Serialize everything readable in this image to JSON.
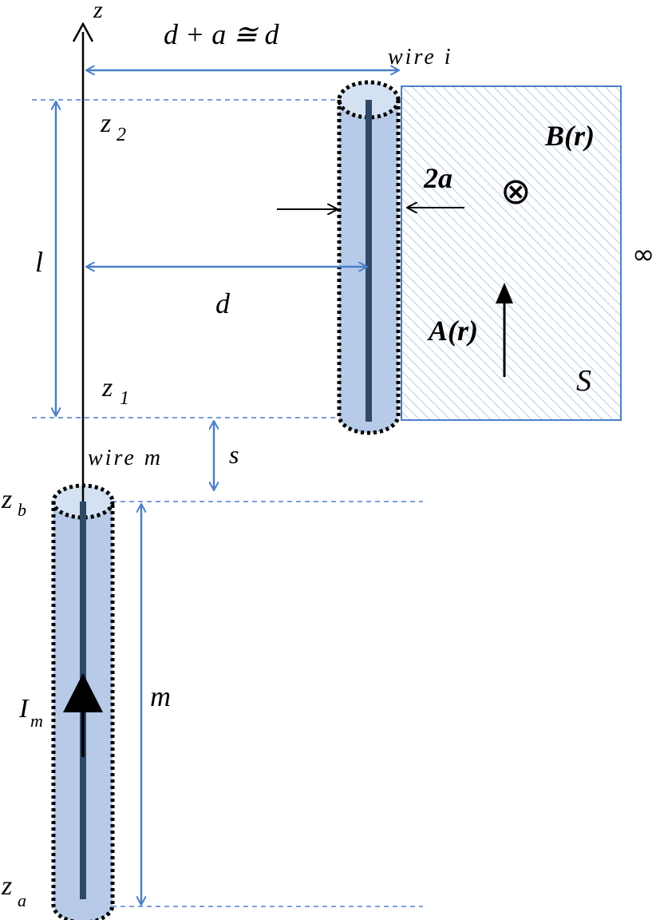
{
  "colors": {
    "accent": "#4a7fc8",
    "wire_fill": "#b7cbe9",
    "wire_cap": "#d4e1f3",
    "wire_core": "#2f4866",
    "hatch": "#8fb0d8"
  },
  "labels": {
    "z_axis": "z",
    "spacing": "d + a ≅ d",
    "wire_i": "wire i",
    "z2": "z",
    "z2_sub": "2",
    "z1": "z",
    "z1_sub": "1",
    "l": "l",
    "d": "d",
    "two_a": "2a",
    "b_field": "B(r)",
    "b_symbol": "⊗",
    "a_field": "A(r)",
    "surface": "S",
    "infinity": "∞",
    "wire_m": "wire m",
    "s": "s",
    "zb": "z",
    "zb_sub": "b",
    "za": "z",
    "za_sub": "a",
    "m": "m",
    "current": "I",
    "current_sub": "m"
  }
}
